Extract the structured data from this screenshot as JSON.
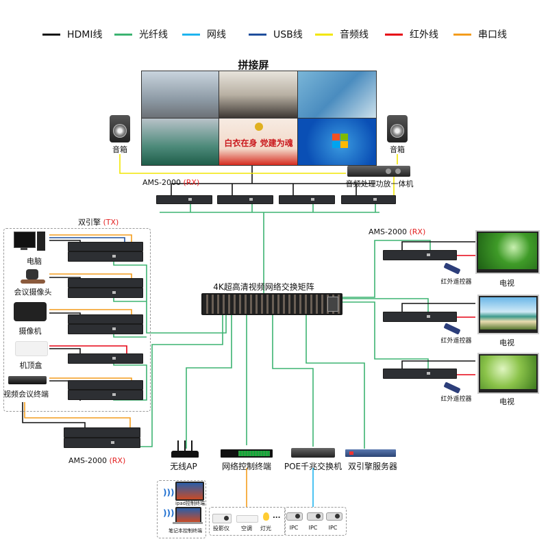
{
  "legend": [
    {
      "label": "HDMI线",
      "color": "#111111"
    },
    {
      "label": "光纤线",
      "color": "#3cb371"
    },
    {
      "label": "网线",
      "color": "#1eb4ef"
    },
    {
      "label": "USB线",
      "color": "#1f4e9c"
    },
    {
      "label": "音频线",
      "color": "#f2e600"
    },
    {
      "label": "红外线",
      "color": "#e60012"
    },
    {
      "label": "串口线",
      "color": "#f39c1c"
    }
  ],
  "video_wall": {
    "title": "拼接屏",
    "banner_text": "白衣在身 党建为魂",
    "cells": [
      "control-room",
      "conference-room",
      "surgery",
      "operating-room",
      "party-banner",
      "windows-desktop"
    ]
  },
  "speakers": {
    "left_label": "音箱",
    "right_label": "音箱"
  },
  "amplifier": {
    "label": "音频处理功放一体机"
  },
  "top_rx": {
    "model": "AMS-2000",
    "tag": "(RX)"
  },
  "tx_group": {
    "title": "双引擎",
    "tag": "(TX)",
    "sources": [
      {
        "label": "电脑"
      },
      {
        "label": "会议摄像头"
      },
      {
        "label": "摄像机"
      },
      {
        "label": "机顶盒"
      },
      {
        "label": "视频会议终端"
      }
    ]
  },
  "bottom_rx": {
    "model": "AMS-2000",
    "tag": "(RX)"
  },
  "matrix": {
    "label": "4K超高清视频网络交换矩阵"
  },
  "right_rx": {
    "model": "AMS-2000",
    "tag": "(RX)",
    "units": [
      {
        "remote_label": "红外遥控器",
        "tv_label": "电视"
      },
      {
        "remote_label": "红外遥控器",
        "tv_label": "电视"
      },
      {
        "remote_label": "红外遥控器",
        "tv_label": "电视"
      }
    ]
  },
  "bottom_devices": [
    {
      "label": "无线AP"
    },
    {
      "label": "网络控制终端"
    },
    {
      "label": "POE千兆交换机"
    },
    {
      "label": "双引擎服务器"
    }
  ],
  "control_terminals": [
    {
      "label": "ipad控制终端"
    },
    {
      "label": "笔记本控制终端"
    }
  ],
  "controlled_devices": [
    {
      "label": "投影仪"
    },
    {
      "label": "空调"
    },
    {
      "label": "灯光"
    },
    {
      "label": "..."
    }
  ],
  "ipc_cameras": [
    {
      "label": "IPC"
    },
    {
      "label": "IPC"
    },
    {
      "label": "IPC"
    }
  ]
}
